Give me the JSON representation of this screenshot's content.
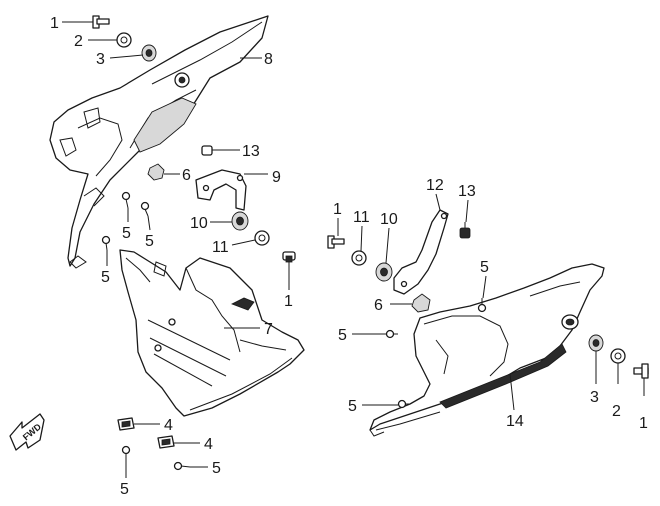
{
  "callouts": {
    "c1a": "1",
    "c2a": "2",
    "c3a": "3",
    "c8": "8",
    "c13a": "13",
    "c6a": "6",
    "c9": "9",
    "c5a": "5",
    "c5b": "5",
    "c10a": "10",
    "c11a": "11",
    "c5c": "5",
    "c1b": "1",
    "c7": "7",
    "c4a": "4",
    "c4b": "4",
    "c5d": "5",
    "c5e": "5",
    "c1c": "1",
    "c11b": "11",
    "c10b": "10",
    "c12": "12",
    "c13b": "13",
    "c5f": "5",
    "c6b": "6",
    "c5g": "5",
    "c5h": "5",
    "c3b": "3",
    "c2b": "2",
    "c1d": "1",
    "c14": "14"
  },
  "arrow_text": "FWD",
  "colors": {
    "line": "#1a1a1a",
    "background": "#ffffff"
  }
}
